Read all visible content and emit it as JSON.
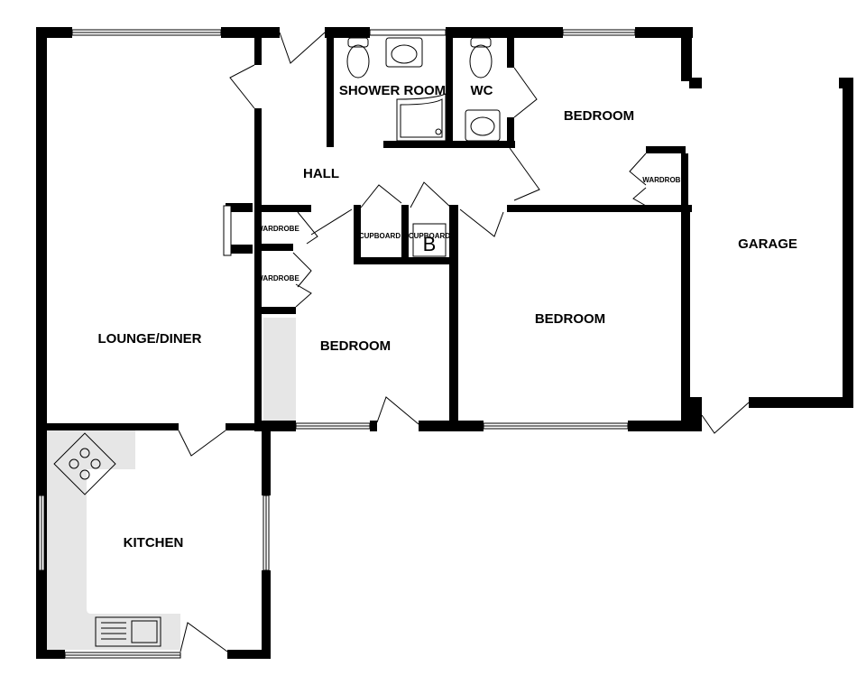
{
  "rooms": {
    "lounge": "LOUNGE/DINER",
    "hall": "HALL",
    "shower_room": "SHOWER ROOM",
    "wc": "WC",
    "bedroom_1": "BEDROOM",
    "bedroom_2": "BEDROOM",
    "bedroom_3": "BEDROOM",
    "garage": "GARAGE",
    "kitchen": "KITCHEN"
  },
  "fixtures": {
    "wardrobe_hall_upper": "WARDROBE",
    "wardrobe_hall_lower": "WARDROBE",
    "wardrobe_bedroom": "WARDROBE",
    "cupboard_left": "CUPBOARD",
    "cupboard_right": "CUPBOARD",
    "boiler": "B"
  },
  "colors": {
    "wall": "#000000",
    "counter": "#e6e6e6",
    "background": "#ffffff"
  }
}
